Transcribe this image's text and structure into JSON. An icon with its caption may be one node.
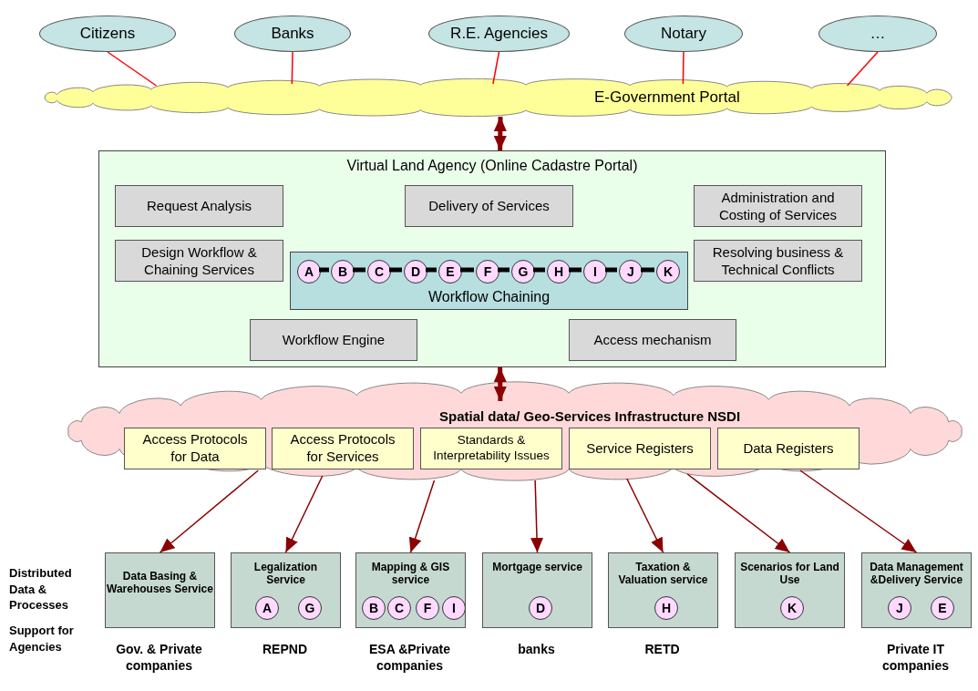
{
  "diagram": {
    "nodes": [
      {
        "text": [
          "Citizens"
        ]
      },
      {
        "text": [
          "Banks"
        ]
      },
      {
        "text": [
          "R.E. Agencies"
        ]
      },
      {
        "text": [
          "Notary"
        ]
      },
      {
        "text": [
          "…"
        ]
      },
      {
        "text": [
          "E-Government Portal"
        ]
      },
      {
        "text": [
          "Virtual Land Agency (Online Cadastre Portal)"
        ]
      },
      {
        "text": [
          "Request Analysis"
        ],
        "in": 6
      },
      {
        "text": [
          "Delivery of Services"
        ],
        "in": 6
      },
      {
        "text": [
          "Administration and Costing of Services"
        ],
        "in": 6
      },
      {
        "text": [
          "Design Workflow & Chaining Services"
        ],
        "in": 6
      },
      {
        "text": [
          "Resolving business & Technical Conflicts"
        ],
        "in": 6
      },
      {
        "text": [
          "Workflow Chaining"
        ],
        "in": 6
      },
      {
        "text": [
          "A"
        ],
        "in": 12
      },
      {
        "text": [
          "B"
        ],
        "in": 12
      },
      {
        "text": [
          "C"
        ],
        "in": 12
      },
      {
        "text": [
          "D"
        ],
        "in": 12
      },
      {
        "text": [
          "E"
        ],
        "in": 12
      },
      {
        "text": [
          "F"
        ],
        "in": 12
      },
      {
        "text": [
          "G"
        ],
        "in": 12
      },
      {
        "text": [
          "H"
        ],
        "in": 12
      },
      {
        "text": [
          "I"
        ],
        "in": 12
      },
      {
        "text": [
          "J"
        ],
        "in": 12
      },
      {
        "text": [
          "K"
        ],
        "in": 12
      },
      {
        "text": [
          "Workflow Engine"
        ],
        "in": 6
      },
      {
        "text": [
          "Access mechanism"
        ],
        "in": 6
      },
      {
        "text": [
          "Spatial data/ Geo-Services Infrastructure NSDI"
        ]
      },
      {
        "text": [
          "Access Protocols for Data"
        ],
        "in": 26
      },
      {
        "text": [
          "Access Protocols for Services"
        ],
        "in": 26
      },
      {
        "text": [
          "Standards & Interpretability Issues"
        ],
        "in": 26
      },
      {
        "text": [
          "Service Registers"
        ],
        "in": 26
      },
      {
        "text": [
          "Data Registers"
        ],
        "in": 26
      },
      {
        "text": [
          "Data Basing & Warehouses Service"
        ],
        "beside": [
          "Gov. & Private companies"
        ]
      },
      {
        "text": [
          "Legalization Service"
        ],
        "beside": [
          "REPND"
        ]
      },
      {
        "text": [
          "A"
        ],
        "in": 33
      },
      {
        "text": [
          "G"
        ],
        "in": 33
      },
      {
        "text": [
          "Mapping & GIS service"
        ],
        "beside": [
          "ESA &Private companies"
        ]
      },
      {
        "text": [
          "B"
        ],
        "in": 36
      },
      {
        "text": [
          "C"
        ],
        "in": 36
      },
      {
        "text": [
          "F"
        ],
        "in": 36
      },
      {
        "text": [
          "I"
        ],
        "in": 36
      },
      {
        "text": [
          "Mortgage service"
        ],
        "beside": [
          "banks"
        ]
      },
      {
        "text": [
          "D"
        ],
        "in": 41
      },
      {
        "text": [
          "Taxation & Valuation service"
        ],
        "beside": [
          "RETD"
        ]
      },
      {
        "text": [
          "H"
        ],
        "in": 43
      },
      {
        "text": [
          "Scenarios for Land Use"
        ]
      },
      {
        "text": [
          "K"
        ],
        "in": 45
      },
      {
        "text": [
          "Data Management &Delivery Service"
        ],
        "beside": [
          "Private IT companies"
        ]
      },
      {
        "text": [
          "J"
        ],
        "in": 47
      },
      {
        "text": [
          "E"
        ],
        "in": 47
      }
    ],
    "edges": [
      {
        "from": 0,
        "to": 5,
        "arrow": "none",
        "color": "#ff0000"
      },
      {
        "from": 1,
        "to": 5,
        "arrow": "none",
        "color": "#ff0000"
      },
      {
        "from": 2,
        "to": 5,
        "arrow": "none",
        "color": "#ff0000"
      },
      {
        "from": 3,
        "to": 5,
        "arrow": "none",
        "color": "#ff0000"
      },
      {
        "from": 4,
        "to": 5,
        "arrow": "none",
        "color": "#ff0000"
      },
      {
        "from": 5,
        "to": 6,
        "arrow": "both",
        "color": "#8b0000",
        "style": "thick"
      },
      {
        "from": 13,
        "to": 14,
        "arrow": "none",
        "style": "thick"
      },
      {
        "from": 14,
        "to": 15,
        "arrow": "none",
        "style": "thick"
      },
      {
        "from": 15,
        "to": 16,
        "arrow": "none",
        "style": "thick"
      },
      {
        "from": 16,
        "to": 17,
        "arrow": "none",
        "style": "thick"
      },
      {
        "from": 17,
        "to": 18,
        "arrow": "none",
        "style": "thick"
      },
      {
        "from": 18,
        "to": 19,
        "arrow": "none",
        "style": "thick"
      },
      {
        "from": 19,
        "to": 20,
        "arrow": "none",
        "style": "thick"
      },
      {
        "from": 20,
        "to": 21,
        "arrow": "none",
        "style": "thick"
      },
      {
        "from": 21,
        "to": 22,
        "arrow": "none",
        "style": "thick"
      },
      {
        "from": 22,
        "to": 23,
        "arrow": "none",
        "style": "thick"
      },
      {
        "from": 6,
        "to": 26,
        "arrow": "both",
        "color": "#8b0000",
        "style": "thick"
      },
      {
        "from": 26,
        "to": 32,
        "arrow": "to",
        "color": "#8b0000"
      },
      {
        "from": 26,
        "to": 33,
        "arrow": "to",
        "color": "#8b0000"
      },
      {
        "from": 26,
        "to": 36,
        "arrow": "to",
        "color": "#8b0000"
      },
      {
        "from": 26,
        "to": 41,
        "arrow": "to",
        "color": "#8b0000"
      },
      {
        "from": 26,
        "to": 43,
        "arrow": "to",
        "color": "#8b0000"
      },
      {
        "from": 26,
        "to": 45,
        "arrow": "to",
        "color": "#8b0000"
      },
      {
        "from": 26,
        "to": 47,
        "arrow": "to",
        "color": "#8b0000"
      }
    ],
    "labels": [
      "Distributed Data & Processes",
      "Support for Agencies"
    ]
  }
}
